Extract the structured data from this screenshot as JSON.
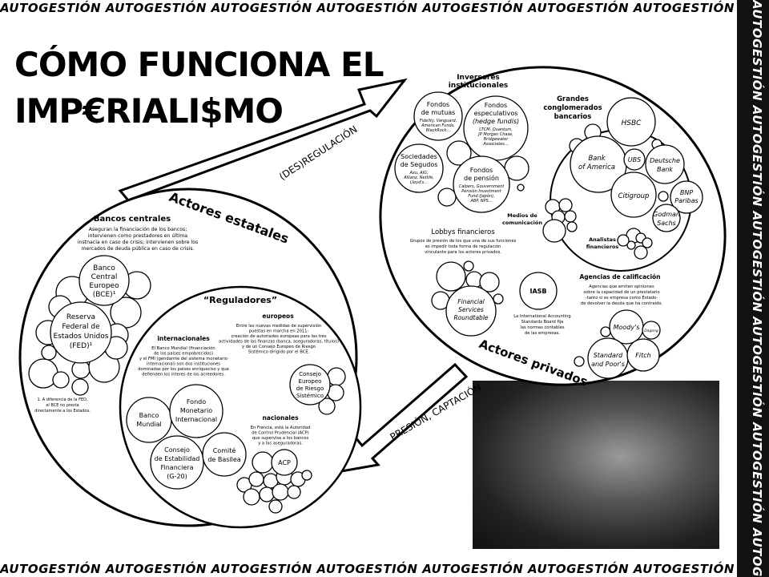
{
  "banner_word": "AUTOGESTIÓN",
  "title": {
    "line1": "CÓMO FUNCIONA EL",
    "line2": "IMP€RIALI$MO"
  },
  "arrows": {
    "top": "(DES)REGULACIÓN",
    "bottom": "PRESIÓN, CAPTACIÓN"
  },
  "estatales": {
    "label": "Actores estatales",
    "bancos_centrales": {
      "heading": "Bancos centrales",
      "desc": [
        "Aseguran la financiación de los bancos;",
        "intervienen como prestadores en última",
        "instnacia en caso de crisis; intervienen sobre los",
        "mercados de deuda pública en caso de crisis."
      ],
      "bce": [
        "Banco",
        "Central",
        "Europeo",
        "(BCE)¹"
      ],
      "fed": [
        "Reserva",
        "Federal de",
        "Estados Unidos",
        "(FED)¹"
      ],
      "footnote": [
        "1. A diferencia de la FED,",
        "el BCE no presta",
        "directamente a los Estados."
      ]
    },
    "reguladores": {
      "heading": "“Reguladores”",
      "europeos": {
        "heading": "europeos",
        "desc": [
          "Entre las nuevas medidas de supervisión",
          "puestas en marcha en 2011:",
          "creación de autoriades europeas para las tres",
          "actividades de las finanzas (banca, aseguradoras, títulos)",
          "y de un Consejo Europeo de Riesgo",
          "Sistémico dirigido por el BCE."
        ],
        "consejo": [
          "Consejo",
          "Europeo",
          "de Riesgo",
          "Sistémico"
        ]
      },
      "internacionales": {
        "heading": "internacionales",
        "desc": [
          "El Banco Mundial (financiación",
          "de los paises empobrecidos)",
          "y el FMI (gendarme del sistema monetario",
          "internacional) son dos instituciones",
          "dominadas por los paises enriqueciso y que",
          "defienden los interes de los acreedores."
        ],
        "banco_mundial": [
          "Banco",
          "Mundial"
        ],
        "fmi": [
          "Fondo",
          "Monetario",
          "Internacional"
        ],
        "fsb": [
          "Consejo",
          "de Estabilidad",
          "Financiera",
          "(G-20)"
        ],
        "basilea": [
          "Comité",
          "de Basilea"
        ]
      },
      "nacionales": {
        "heading": "nacionales",
        "desc": [
          "En Francia, está la Autoridad",
          "de Control Prudencial (ACP)",
          "que supervisa a los bancos",
          "y a las aseguradoras."
        ],
        "acp": "ACP"
      }
    }
  },
  "privados": {
    "label": "Actores privados",
    "inversores": {
      "heading": [
        "Inversores",
        "institucionales"
      ],
      "mutuas": {
        "name": [
          "Fondos",
          "de mutuas"
        ],
        "list": [
          "Fidelity, Vanguard,",
          "American Funds,",
          "BlackRock..."
        ]
      },
      "especulativos": {
        "name": [
          "Fondos",
          "especulativos",
          "(hedge fundis)"
        ],
        "list": [
          "LTCM, Quantum,",
          "JP Morgan Chase,",
          "Bridgewater",
          "Associates..."
        ]
      },
      "seguros": {
        "name": [
          "Sociedades",
          "de Segudos"
        ],
        "list": [
          "Axu, AIG,",
          "Allianz, Netlife,",
          "Lloyd's..."
        ]
      },
      "pension": {
        "name": [
          "Fondos",
          "de pensión"
        ],
        "list": [
          "Calpers, Gouvernment",
          "Pensión Investment",
          "Fund (Japón),",
          "ABP, NPS..."
        ]
      }
    },
    "bancos": {
      "heading": [
        "Grandes",
        "conglomerados",
        "bancarios"
      ],
      "names": {
        "hsbc": "HSBC",
        "boa": [
          "Bank",
          "of America"
        ],
        "ubs": "UBS",
        "deutsche": [
          "Deutsche",
          "Bank"
        ],
        "citi": "Citigroup",
        "bnp": [
          "BNP",
          "Paribas"
        ],
        "goldman": [
          "Godman",
          "Sachs"
        ]
      }
    },
    "medios": [
      "Medios de",
      "comunicación"
    ],
    "analistas": [
      "Analistas",
      "financieros"
    ],
    "lobbys": {
      "heading": "Lobbys financieros",
      "desc": [
        "Grupos de presión de los que una de sus funciones",
        "es impedir toda forma de regulación",
        "vinculante para los actores privados."
      ],
      "fsr": [
        "Financial",
        "Services",
        "Roundtable"
      ]
    },
    "iasb": {
      "name": "IASB",
      "desc": [
        "La International Accounting",
        "Standards Board fija",
        "las normas contables",
        "de las empresas."
      ]
    },
    "agencias": {
      "heading": "Agencias de calificación",
      "desc": [
        "Agencias que emiten opiniones",
        "sobre la capacidad de un prestatario",
        "-tanto si es empresa como Estado-",
        "de devolver la deuda que ha contraido."
      ],
      "moodys": "Moody's",
      "dagong": "Dagong",
      "sp": [
        "Standard",
        "and Poor's"
      ],
      "fitch": "Fitch"
    }
  }
}
